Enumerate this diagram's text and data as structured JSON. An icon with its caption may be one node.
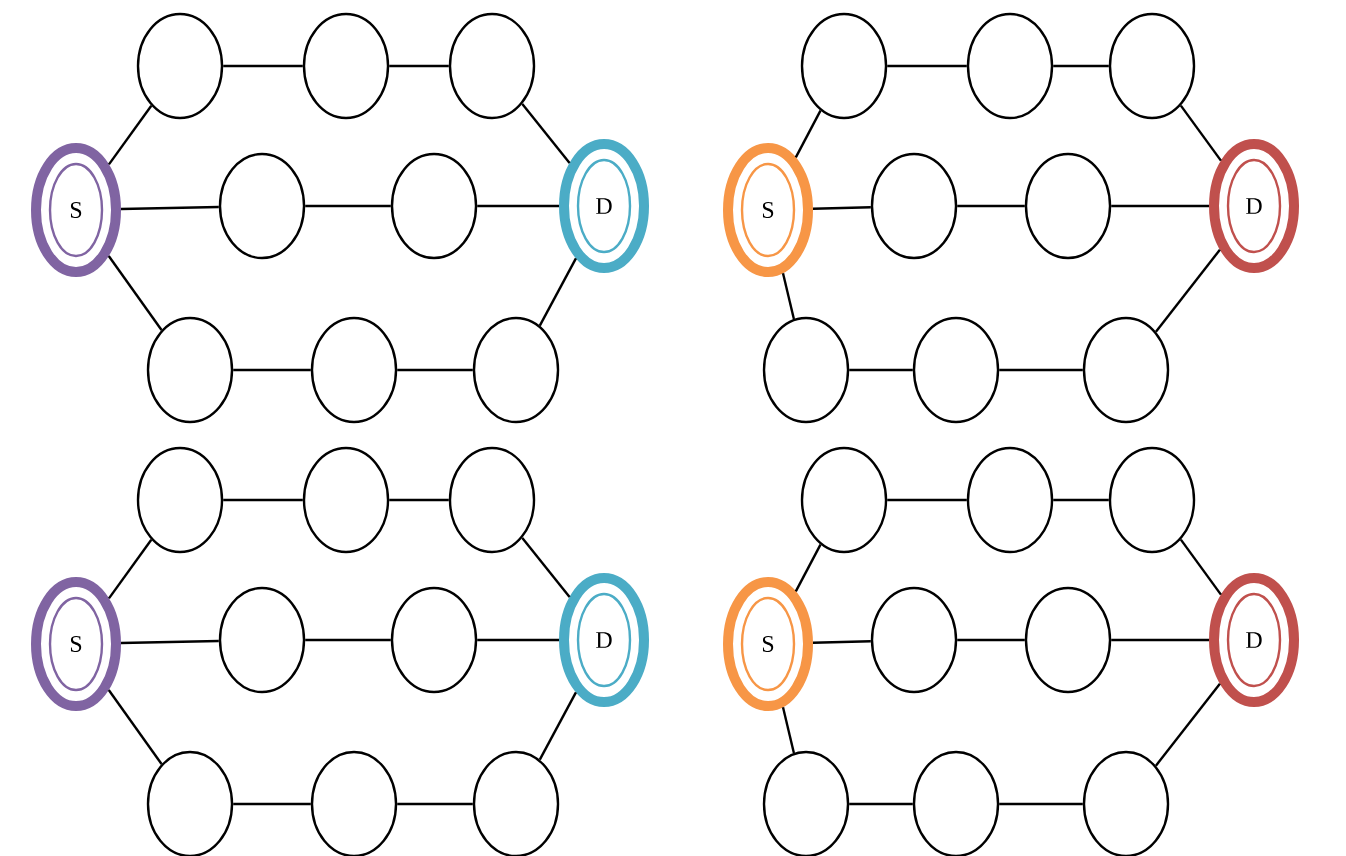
{
  "diagram": {
    "nodes": [
      {
        "text": [
          "S"
        ]
      },
      {
        "text": [],
        "shape": "circle"
      },
      {
        "text": [],
        "shape": "circle"
      },
      {
        "text": [],
        "shape": "circle"
      },
      {
        "text": [],
        "shape": "circle"
      },
      {
        "text": [],
        "shape": "circle"
      },
      {
        "text": [
          "D"
        ]
      },
      {
        "text": [],
        "shape": "circle"
      },
      {
        "text": [],
        "shape": "circle"
      },
      {
        "text": [],
        "shape": "circle"
      },
      {
        "text": [
          "S"
        ]
      },
      {
        "text": [],
        "shape": "circle"
      },
      {
        "text": [],
        "shape": "circle"
      },
      {
        "text": [],
        "shape": "circle"
      },
      {
        "text": [],
        "shape": "circle"
      },
      {
        "text": [],
        "shape": "circle"
      },
      {
        "text": [
          "D"
        ]
      },
      {
        "text": [],
        "shape": "circle"
      },
      {
        "text": [],
        "shape": "circle"
      },
      {
        "text": [],
        "shape": "circle"
      },
      {
        "text": [],
        "shape": "circle"
      },
      {
        "text": [],
        "shape": "circle"
      },
      {
        "text": [],
        "shape": "circle"
      },
      {
        "text": [
          "S"
        ]
      },
      {
        "text": [],
        "shape": "circle"
      },
      {
        "text": [],
        "shape": "circle"
      },
      {
        "text": [
          "D"
        ]
      },
      {
        "text": [],
        "shape": "circle"
      },
      {
        "text": [],
        "shape": "circle"
      },
      {
        "text": [],
        "shape": "circle"
      },
      {
        "text": [],
        "shape": "circle"
      },
      {
        "text": [],
        "shape": "circle"
      },
      {
        "text": [],
        "shape": "circle"
      },
      {
        "text": [
          "S"
        ]
      },
      {
        "text": [],
        "shape": "circle"
      },
      {
        "text": [],
        "shape": "circle"
      },
      {
        "text": [
          "D"
        ]
      },
      {
        "text": [],
        "shape": "circle"
      },
      {
        "text": [],
        "shape": "circle"
      },
      {
        "text": [],
        "shape": "circle"
      }
    ],
    "edges": [
      {
        "from": 0,
        "to": 1,
        "arrow": "none"
      },
      {
        "from": 1,
        "to": 2,
        "arrow": "none"
      },
      {
        "from": 2,
        "to": 3,
        "arrow": "none"
      },
      {
        "from": 3,
        "to": 6,
        "arrow": "none"
      },
      {
        "from": 0,
        "to": 4,
        "arrow": "none"
      },
      {
        "from": 4,
        "to": 5,
        "arrow": "none"
      },
      {
        "from": 5,
        "to": 6,
        "arrow": "none"
      },
      {
        "from": 0,
        "to": 7,
        "arrow": "none"
      },
      {
        "from": 7,
        "to": 8,
        "arrow": "none"
      },
      {
        "from": 8,
        "to": 9,
        "arrow": "none"
      },
      {
        "from": 9,
        "to": 6,
        "arrow": "none"
      },
      {
        "from": 11,
        "to": 12,
        "arrow": "none"
      },
      {
        "from": 12,
        "to": 13,
        "arrow": "none"
      },
      {
        "from": 10,
        "to": 11,
        "arrow": "none"
      },
      {
        "from": 13,
        "to": 16,
        "arrow": "none"
      },
      {
        "from": 10,
        "to": 14,
        "arrow": "none"
      },
      {
        "from": 14,
        "to": 15,
        "arrow": "none"
      },
      {
        "from": 15,
        "to": 16,
        "arrow": "none"
      },
      {
        "from": 10,
        "to": 17,
        "arrow": "none"
      },
      {
        "from": 17,
        "to": 18,
        "arrow": "none"
      },
      {
        "from": 18,
        "to": 19,
        "arrow": "none"
      },
      {
        "from": 19,
        "to": 16,
        "arrow": "none"
      },
      {
        "from": 23,
        "to": 20,
        "arrow": "none"
      },
      {
        "from": 20,
        "to": 21,
        "arrow": "none"
      },
      {
        "from": 21,
        "to": 22,
        "arrow": "none"
      },
      {
        "from": 22,
        "to": 26,
        "arrow": "none"
      },
      {
        "from": 23,
        "to": 24,
        "arrow": "none"
      },
      {
        "from": 24,
        "to": 25,
        "arrow": "none"
      },
      {
        "from": 25,
        "to": 26,
        "arrow": "none"
      },
      {
        "from": 23,
        "to": 27,
        "arrow": "none"
      },
      {
        "from": 27,
        "to": 28,
        "arrow": "none"
      },
      {
        "from": 28,
        "to": 29,
        "arrow": "none"
      },
      {
        "from": 29,
        "to": 26,
        "arrow": "none"
      },
      {
        "from": 33,
        "to": 30,
        "arrow": "none"
      },
      {
        "from": 30,
        "to": 31,
        "arrow": "none"
      },
      {
        "from": 31,
        "to": 32,
        "arrow": "none"
      },
      {
        "from": 32,
        "to": 36,
        "arrow": "none"
      },
      {
        "from": 33,
        "to": 34,
        "arrow": "none"
      },
      {
        "from": 34,
        "to": 35,
        "arrow": "none"
      },
      {
        "from": 35,
        "to": 36,
        "arrow": "none"
      },
      {
        "from": 33,
        "to": 37,
        "arrow": "none"
      },
      {
        "from": 37,
        "to": 38,
        "arrow": "none"
      },
      {
        "from": 38,
        "to": 39,
        "arrow": "none"
      },
      {
        "from": 39,
        "to": 36,
        "arrow": "none"
      }
    ]
  }
}
